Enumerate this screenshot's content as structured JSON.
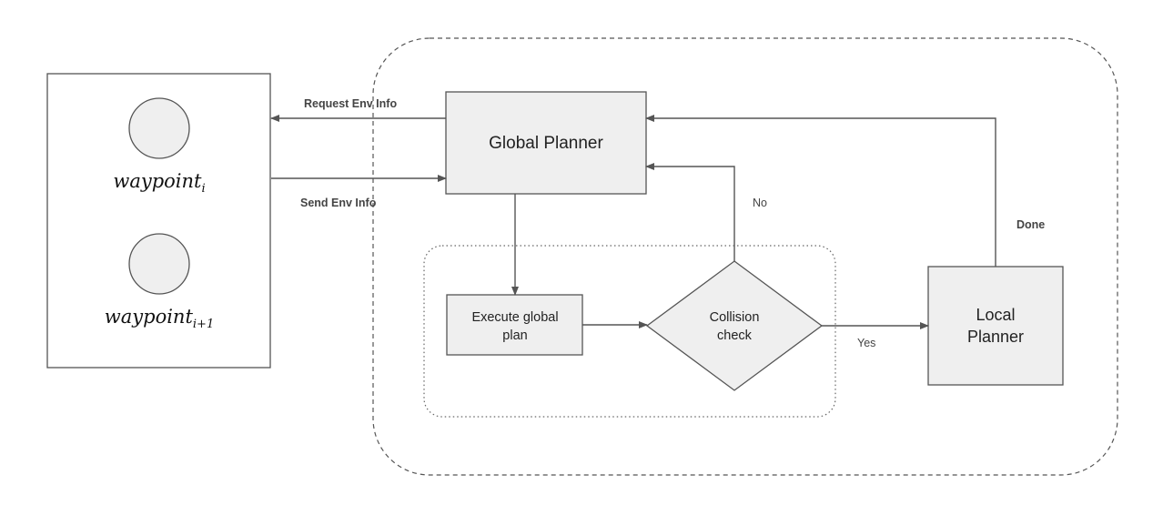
{
  "nodes": {
    "global_planner": "Global Planner",
    "execute_plan_line1": "Execute global",
    "execute_plan_line2": "plan",
    "collision_line1": "Collision",
    "collision_line2": "check",
    "local_line1": "Local",
    "local_line2": "Planner"
  },
  "waypoints": {
    "first_base": "waypoint",
    "first_sub": "i",
    "second_base": "waypoint",
    "second_sub": "i+1"
  },
  "edges": {
    "request_env": "Request Env Info",
    "send_env": "Send Env Info",
    "no": "No",
    "yes": "Yes",
    "done": "Done"
  }
}
